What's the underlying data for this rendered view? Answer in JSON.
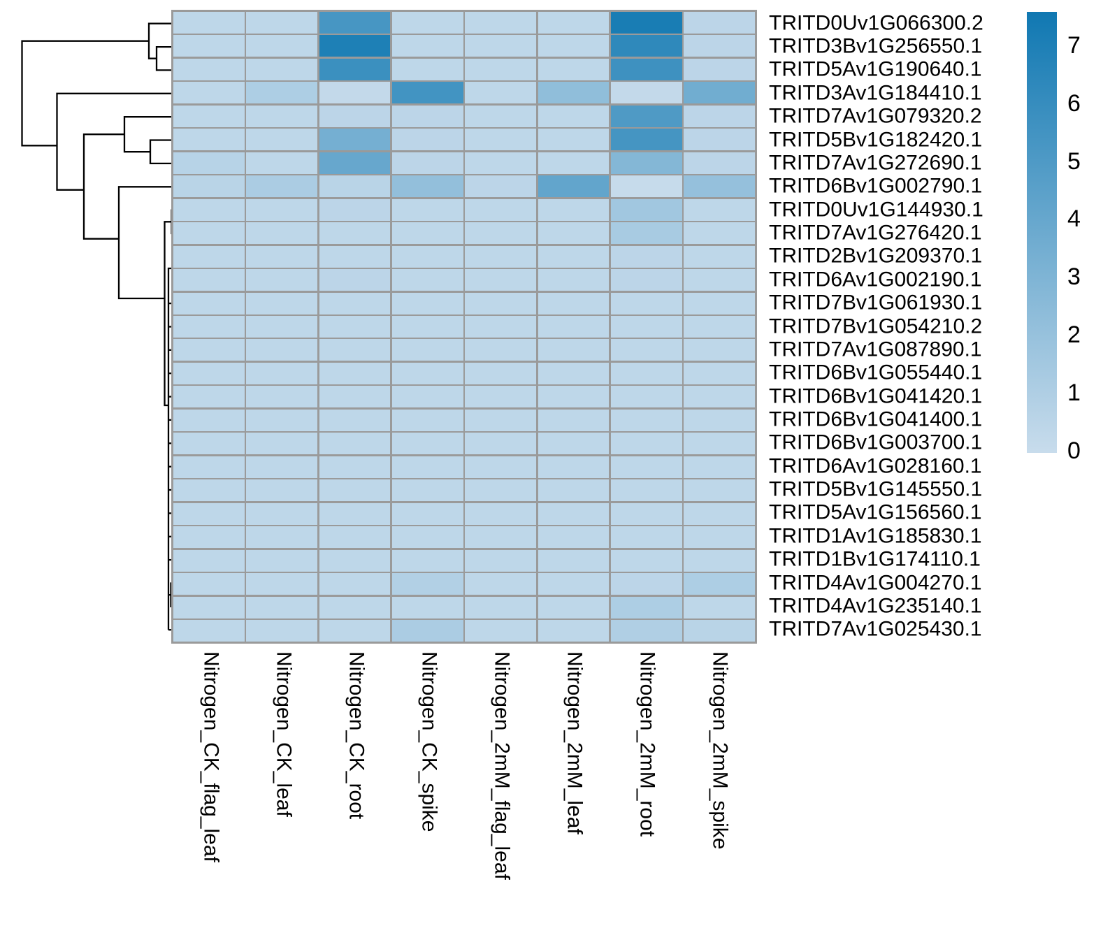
{
  "chart_data": {
    "type": "heatmap",
    "title": "",
    "xlabel": "",
    "ylabel": "",
    "grid": true,
    "row_dendrogram": true,
    "legend_position": "right",
    "rows": [
      "TRITD0Uv1G066300.2",
      "TRITD3Bv1G256550.1",
      "TRITD5Av1G190640.1",
      "TRITD3Av1G184410.1",
      "TRITD7Av1G079320.2",
      "TRITD5Bv1G182420.1",
      "TRITD7Av1G272690.1",
      "TRITD6Bv1G002790.1",
      "TRITD0Uv1G144930.1",
      "TRITD7Av1G276420.1",
      "TRITD2Bv1G209370.1",
      "TRITD6Av1G002190.1",
      "TRITD7Bv1G061930.1",
      "TRITD7Bv1G054210.2",
      "TRITD7Av1G087890.1",
      "TRITD6Bv1G055440.1",
      "TRITD6Bv1G041420.1",
      "TRITD6Bv1G041400.1",
      "TRITD6Bv1G003700.1",
      "TRITD6Av1G028160.1",
      "TRITD5Bv1G145550.1",
      "TRITD5Av1G156560.1",
      "TRITD1Av1G185830.1",
      "TRITD1Bv1G174110.1",
      "TRITD4Av1G004270.1",
      "TRITD4Av1G235140.1",
      "TRITD7Av1G025430.1"
    ],
    "columns": [
      "Nitrogen_CK_flag_leaf",
      "Nitrogen_CK_leaf",
      "Nitrogen_CK_root",
      "Nitrogen_CK_spike",
      "Nitrogen_2mM_flag_leaf",
      "Nitrogen_2mM_leaf",
      "Nitrogen_2mM_root",
      "Nitrogen_2mM_spike"
    ],
    "values": [
      [
        0.4,
        0.4,
        5.3,
        0.4,
        0.4,
        0.4,
        7.2,
        0.5
      ],
      [
        0.4,
        0.4,
        7.0,
        0.4,
        0.4,
        0.4,
        6.3,
        0.5
      ],
      [
        0.4,
        0.4,
        5.8,
        0.4,
        0.4,
        0.4,
        5.7,
        0.5
      ],
      [
        0.4,
        1.1,
        0.2,
        5.5,
        0.4,
        2.3,
        0.2,
        3.6
      ],
      [
        0.4,
        0.4,
        0.5,
        0.5,
        0.4,
        0.4,
        5.0,
        0.5
      ],
      [
        0.4,
        0.4,
        3.4,
        0.5,
        0.4,
        0.4,
        5.4,
        0.5
      ],
      [
        0.7,
        0.4,
        4.0,
        0.5,
        0.4,
        0.4,
        2.8,
        0.5
      ],
      [
        0.6,
        1.2,
        0.6,
        2.2,
        0.5,
        4.2,
        0.1,
        2.1
      ],
      [
        0.4,
        0.4,
        0.5,
        0.4,
        0.4,
        0.4,
        1.6,
        0.4
      ],
      [
        0.4,
        0.4,
        0.4,
        0.4,
        0.4,
        0.4,
        1.3,
        0.4
      ],
      [
        0.4,
        0.4,
        0.4,
        0.4,
        0.4,
        0.4,
        0.5,
        0.4
      ],
      [
        0.4,
        0.4,
        0.5,
        0.4,
        0.4,
        0.4,
        0.5,
        0.4
      ],
      [
        0.4,
        0.4,
        0.4,
        0.4,
        0.4,
        0.4,
        0.4,
        0.4
      ],
      [
        0.4,
        0.4,
        0.4,
        0.4,
        0.4,
        0.4,
        0.4,
        0.4
      ],
      [
        0.4,
        0.4,
        0.4,
        0.4,
        0.4,
        0.4,
        0.4,
        0.4
      ],
      [
        0.4,
        0.4,
        0.4,
        0.4,
        0.4,
        0.4,
        0.4,
        0.4
      ],
      [
        0.4,
        0.4,
        0.4,
        0.4,
        0.4,
        0.4,
        0.4,
        0.4
      ],
      [
        0.4,
        0.4,
        0.4,
        0.4,
        0.4,
        0.4,
        0.4,
        0.4
      ],
      [
        0.4,
        0.4,
        0.4,
        0.4,
        0.4,
        0.4,
        0.4,
        0.4
      ],
      [
        0.4,
        0.4,
        0.4,
        0.4,
        0.4,
        0.4,
        0.4,
        0.4
      ],
      [
        0.4,
        0.4,
        0.4,
        0.4,
        0.4,
        0.4,
        0.4,
        0.4
      ],
      [
        0.4,
        0.4,
        0.4,
        0.4,
        0.4,
        0.4,
        0.4,
        0.4
      ],
      [
        0.4,
        0.4,
        0.4,
        0.4,
        0.4,
        0.4,
        0.4,
        0.4
      ],
      [
        0.4,
        0.4,
        0.4,
        0.4,
        0.4,
        0.4,
        0.4,
        0.4
      ],
      [
        0.4,
        0.4,
        0.4,
        0.9,
        0.4,
        0.4,
        0.5,
        1.1
      ],
      [
        0.4,
        0.4,
        0.4,
        0.4,
        0.4,
        0.4,
        1.1,
        0.4
      ],
      [
        0.4,
        0.4,
        0.4,
        1.2,
        0.4,
        0.4,
        1.0,
        0.6
      ]
    ],
    "legend": {
      "ticks": [
        "7",
        "6",
        "5",
        "4",
        "3",
        "2",
        "1",
        "0"
      ],
      "min": 0,
      "max": 7
    },
    "colors": {
      "low": "#c8dcec",
      "high": "#1e80b6",
      "grid_line": "#9a9a9a",
      "dendrogram_line": "#000000",
      "text": "#000000"
    }
  }
}
